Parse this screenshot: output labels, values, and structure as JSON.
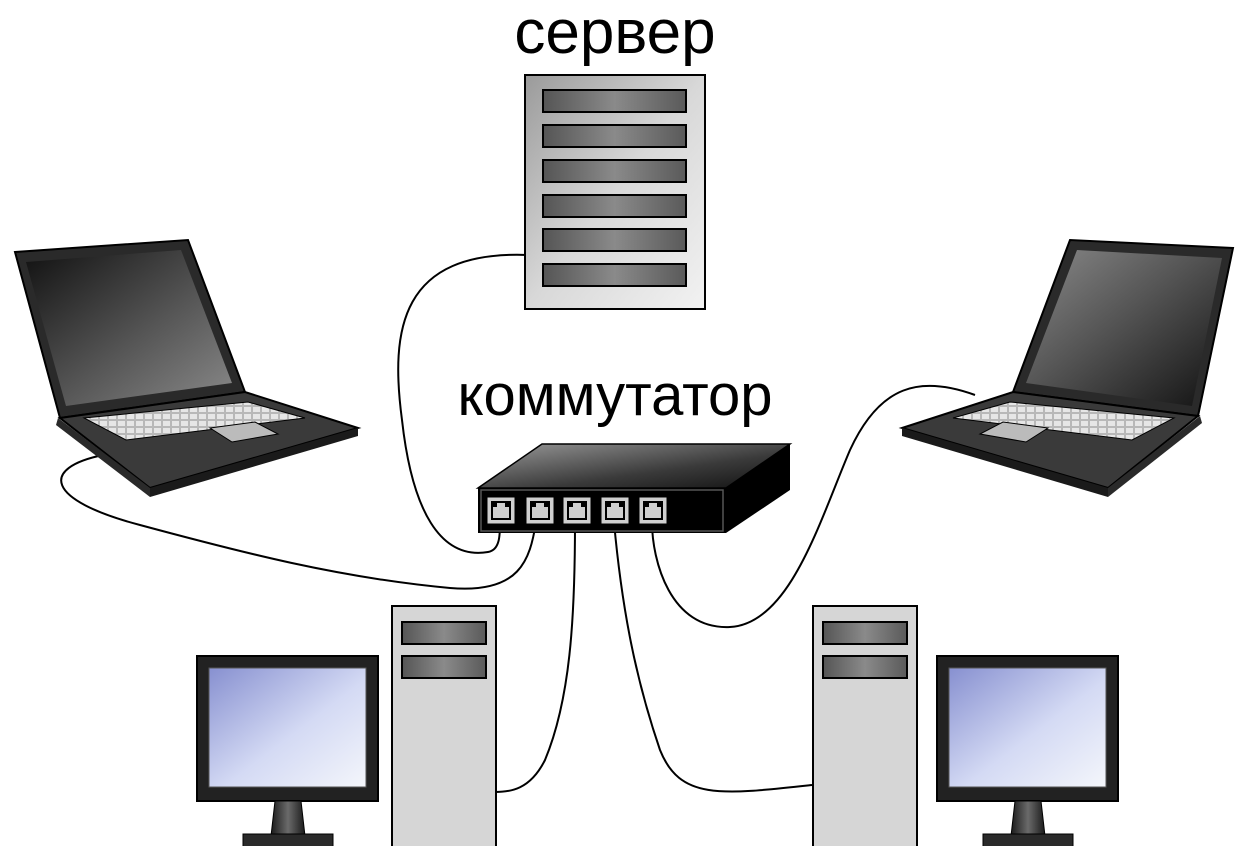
{
  "labels": {
    "server": "сервер",
    "switch": "коммутатор"
  },
  "colors": {
    "cable": "#000000",
    "device_outline": "#000000",
    "server_gradient": [
      "#eeeeee",
      "#9a9a9a"
    ],
    "tower_body": "#d6d6d6",
    "bay": "#6a6a6a",
    "laptop_body": "#2b2b2b",
    "laptop_screen": [
      "#1a1a1a",
      "#7a7a7a"
    ],
    "monitor_screen": [
      "#8e97d4",
      "#e8eaf8"
    ],
    "switch_top": [
      "#888888",
      "#222222"
    ],
    "switch_front": "#000000",
    "port": "#bdbdbd"
  },
  "devices": [
    {
      "name": "server",
      "icon": "server-rack-icon"
    },
    {
      "name": "switch",
      "icon": "network-switch-icon",
      "ports": 5
    },
    {
      "name": "laptop-left",
      "icon": "laptop-icon"
    },
    {
      "name": "laptop-right",
      "icon": "laptop-icon"
    },
    {
      "name": "workstation-left",
      "icon": "desktop-computer-icon"
    },
    {
      "name": "workstation-right",
      "icon": "desktop-computer-icon"
    }
  ]
}
